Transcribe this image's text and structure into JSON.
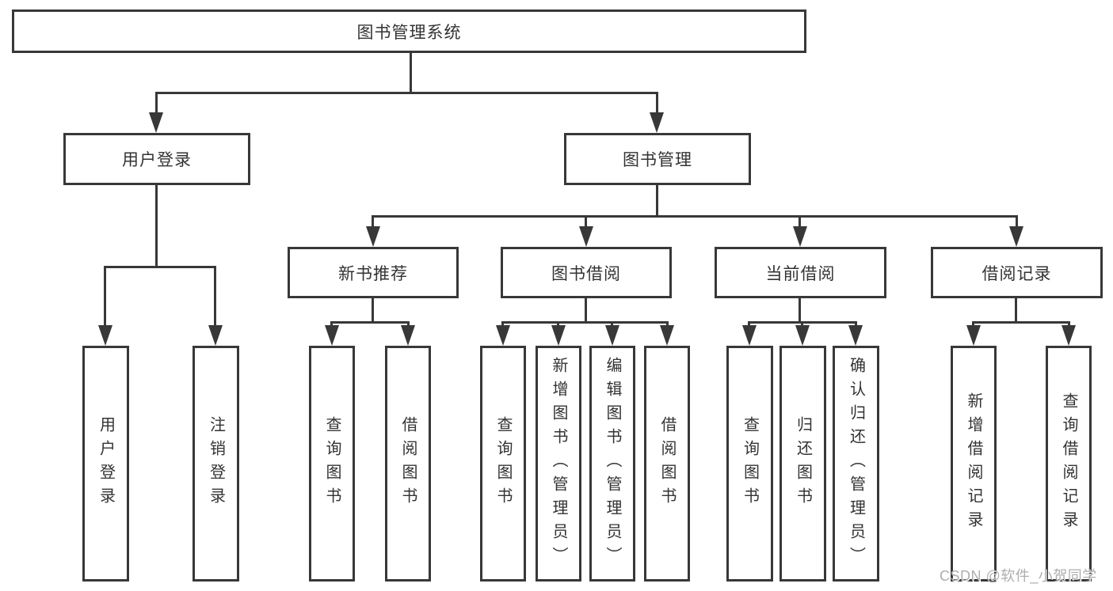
{
  "tree": {
    "root": {
      "label": "图书管理系统"
    },
    "level1": [
      {
        "id": "user-login",
        "label": "用户登录"
      },
      {
        "id": "book-management",
        "label": "图书管理"
      }
    ],
    "level2": [
      {
        "id": "new-book-recommend",
        "label": "新书推荐"
      },
      {
        "id": "book-borrowing",
        "label": "图书借阅"
      },
      {
        "id": "current-borrowing",
        "label": "当前借阅"
      },
      {
        "id": "borrowing-records",
        "label": "借阅记录"
      }
    ],
    "leaves": {
      "user_login": [
        {
          "label": "用户登录"
        },
        {
          "label": "注销登录"
        }
      ],
      "new_book": [
        {
          "label": "查询图书"
        },
        {
          "label": "借阅图书"
        }
      ],
      "book_borrowing": [
        {
          "label": "查询图书"
        },
        {
          "label": "新增图书（管理员）"
        },
        {
          "label": "编辑图书（管理员）"
        },
        {
          "label": "借阅图书"
        }
      ],
      "current_borrowing": [
        {
          "label": "查询图书"
        },
        {
          "label": "归还图书"
        },
        {
          "label": "确认归还（管理员）"
        }
      ],
      "borrowing_records": [
        {
          "label": "新增借阅记录"
        },
        {
          "label": "查询借阅记录"
        }
      ]
    }
  },
  "watermark": {
    "text": "CSDN @软件_小贺同学"
  },
  "colors": {
    "line": "#383838",
    "text": "#333333",
    "background": "#ffffff",
    "watermark": "#aeaeae"
  }
}
